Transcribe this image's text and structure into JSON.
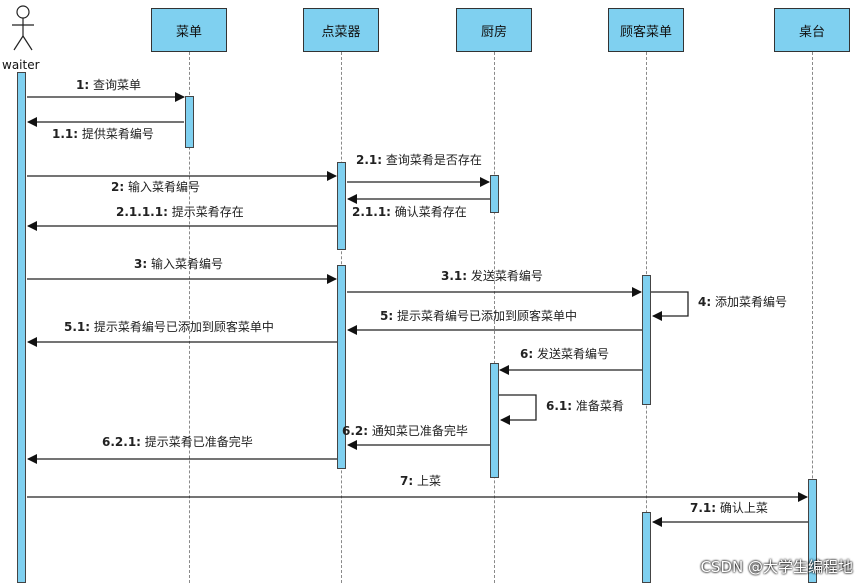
{
  "actor": {
    "label": "waiter"
  },
  "participants": [
    {
      "key": "menu",
      "label": "菜单"
    },
    {
      "key": "orderer",
      "label": "点菜器"
    },
    {
      "key": "kitchen",
      "label": "厨房"
    },
    {
      "key": "custmenu",
      "label": "顾客菜单"
    },
    {
      "key": "table",
      "label": "桌台"
    }
  ],
  "messages": [
    {
      "num": "1:",
      "text": "查询菜单"
    },
    {
      "num": "1.1:",
      "text": "提供菜肴编号"
    },
    {
      "num": "2.1:",
      "text": "查询菜肴是否存在"
    },
    {
      "num": "2:",
      "text": "输入菜肴编号"
    },
    {
      "num": "2.1.1.1:",
      "text": "提示菜肴存在"
    },
    {
      "num": "2.1.1:",
      "text": "确认菜肴存在"
    },
    {
      "num": "3:",
      "text": "输入菜肴编号"
    },
    {
      "num": "3.1:",
      "text": "发送菜肴编号"
    },
    {
      "num": "4:",
      "text": "添加菜肴编号"
    },
    {
      "num": "5:",
      "text": "提示菜肴编号已添加到顾客菜单中"
    },
    {
      "num": "5.1:",
      "text": "提示菜肴编号已添加到顾客菜单中"
    },
    {
      "num": "6:",
      "text": "发送菜肴编号"
    },
    {
      "num": "6.1:",
      "text": "准备菜肴"
    },
    {
      "num": "6.2:",
      "text": "通知菜已准备完毕"
    },
    {
      "num": "6.2.1:",
      "text": "提示菜肴已准备完毕"
    },
    {
      "num": "7:",
      "text": "上菜"
    },
    {
      "num": "7.1:",
      "text": "确认上菜"
    }
  ],
  "watermark": "CSDN @大学生编程地",
  "colors": {
    "box_fill": "#7fd0f0",
    "line": "#222222"
  }
}
